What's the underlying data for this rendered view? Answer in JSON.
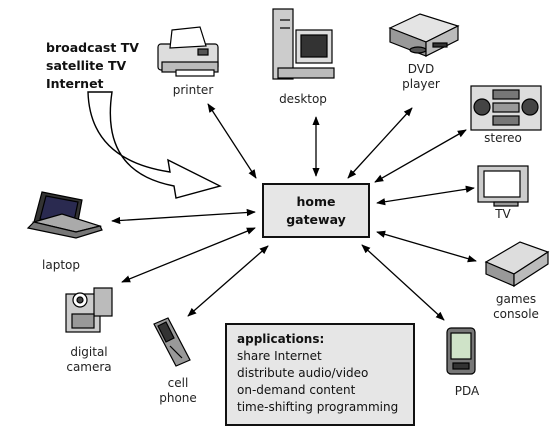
{
  "sources": [
    "broadcast TV",
    "satellite TV",
    "Internet"
  ],
  "hub": {
    "line1": "home",
    "line2": "gateway"
  },
  "devices": {
    "printer": "printer",
    "desktop": "desktop",
    "dvd": [
      "DVD",
      "player"
    ],
    "stereo": "stereo",
    "tv": "TV",
    "laptop": "laptop",
    "camera": [
      "digital",
      "camera"
    ],
    "cell": [
      "cell",
      "phone"
    ],
    "games": [
      "games",
      "console"
    ],
    "pda": "PDA"
  },
  "applications": {
    "heading": "applications:",
    "items": [
      "share Internet",
      "distribute audio/video",
      "on-demand content",
      "time-shifting programming"
    ]
  }
}
